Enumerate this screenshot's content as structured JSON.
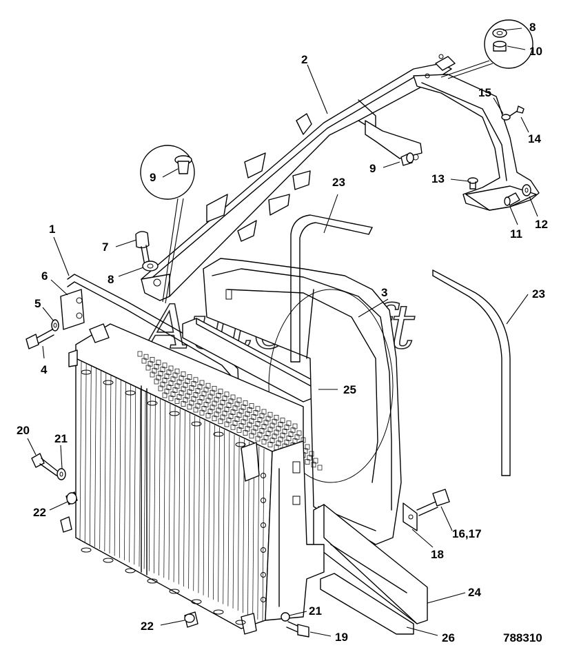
{
  "watermark": "AutoSoft",
  "reference_number": "788310",
  "callouts": {
    "c1": "1",
    "c2": "2",
    "c3": "3",
    "c4": "4",
    "c5": "5",
    "c6": "6",
    "c7": "7",
    "c8a": "8",
    "c8b": "8",
    "c9a": "9",
    "c9b": "9",
    "c10": "10",
    "c11": "11",
    "c12": "12",
    "c13": "13",
    "c14": "14",
    "c15": "15",
    "c16": "16,17",
    "c18": "18",
    "c19": "19",
    "c20": "20",
    "c21a": "21",
    "c21b": "21",
    "c22a": "22",
    "c22b": "22",
    "c23a": "23",
    "c23b": "23",
    "c24": "24",
    "c25": "25",
    "c26": "26"
  },
  "icons": {
    "detail_top_right": "washer-and-nut-detail-icon",
    "detail_left": "bolt-detail-icon"
  }
}
